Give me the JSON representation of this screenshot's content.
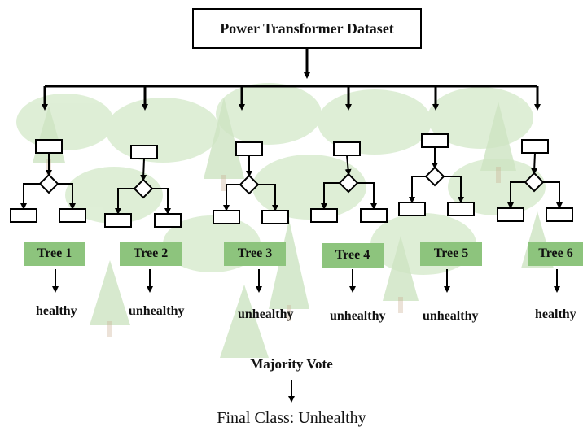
{
  "dataset": {
    "title": "Power Transformer Dataset"
  },
  "trees": [
    {
      "label": "Tree 1",
      "outcome": "healthy"
    },
    {
      "label": "Tree 2",
      "outcome": "unhealthy"
    },
    {
      "label": "Tree 3",
      "outcome": "unhealthy"
    },
    {
      "label": "Tree 4",
      "outcome": "unhealthy"
    },
    {
      "label": "Tree 5",
      "outcome": "unhealthy"
    },
    {
      "label": "Tree 6",
      "outcome": "healthy"
    }
  ],
  "aggregation": {
    "label": "Majority Vote"
  },
  "result": {
    "label": "Final Class: Unhealthy"
  },
  "colors": {
    "tree_label_fill": "#8dc47d",
    "background_trees": "#cfe6c4",
    "line": "#000000"
  }
}
